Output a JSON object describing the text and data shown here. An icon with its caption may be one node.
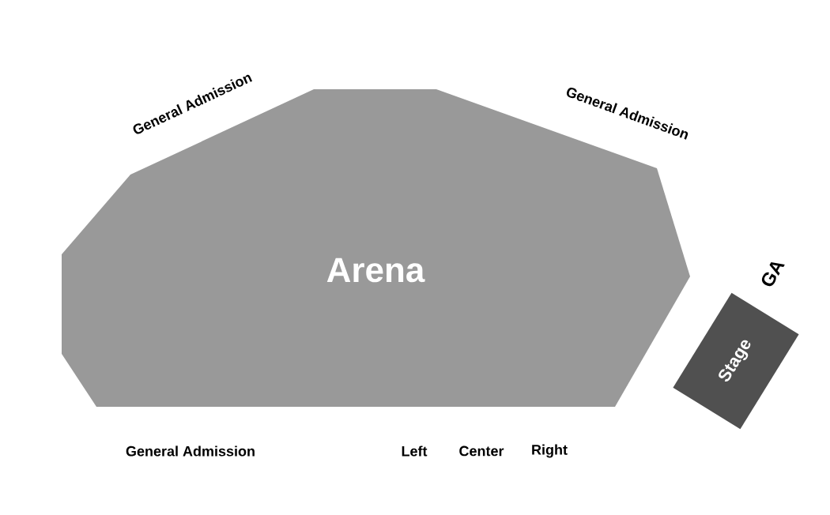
{
  "diagram": {
    "nodes": [
      {
        "text": [
          "Arena"
        ]
      },
      {
        "text": [
          "Stage"
        ]
      }
    ],
    "labels": [
      "General Admission",
      "General Admission",
      "GA",
      "General Admission",
      "Left",
      "Center",
      "Right"
    ]
  }
}
